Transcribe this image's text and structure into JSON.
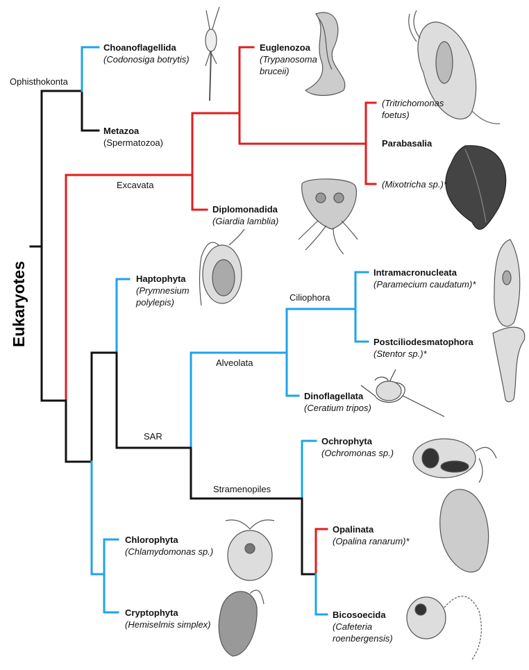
{
  "root_label": "Eukaryotes",
  "line_colors": {
    "default": "#111111",
    "blue": "#1ea3ea",
    "red": "#e31c1c"
  },
  "clades": {
    "ophisthokonta": "Ophisthokonta",
    "excavata": "Excavata",
    "sar": "SAR",
    "alveolata": "Alveolata",
    "ciliophora": "Ciliophora",
    "stramenopiles": "Stramenopiles"
  },
  "taxa": {
    "choanoflagellida": {
      "name": "Choanoflagellida",
      "example": "(Codonosiga botrytis)"
    },
    "metazoa": {
      "name": "Metazoa",
      "example": "(Spermatozoa)"
    },
    "euglenozoa": {
      "name": "Euglenozoa",
      "example_line1": "(Trypanosoma",
      "example_line2": "bruceii)"
    },
    "tritrichomonas": {
      "example_line1": "(Tritrichomonas",
      "example_line2": "foetus)"
    },
    "parabasalia": {
      "name": "Parabasalia"
    },
    "mixotricha": {
      "example": "(Mixotricha sp.)*"
    },
    "diplomonadida": {
      "name": "Diplomonadida",
      "example": "(Giardia lamblia)"
    },
    "haptophyta": {
      "name": "Haptophyta",
      "example_line1": "(Prymnesium",
      "example_line2": "polylepis)"
    },
    "intramacronucleata": {
      "name": "Intramacronucleata",
      "example": "(Paramecium caudatum)*"
    },
    "postciliodesmatophora": {
      "name": "Postciliodesmatophora",
      "example": "(Stentor sp.)*"
    },
    "dinoflagellata": {
      "name": "Dinoflagellata",
      "example": "(Ceratium tripos)"
    },
    "ochrophyta": {
      "name": "Ochrophyta",
      "example": "(Ochromonas sp.)"
    },
    "opalinata": {
      "name": "Opalinata",
      "example": "(Opalina ranarum)*"
    },
    "bicosoecida": {
      "name": "Bicosoecida",
      "example_line1": "(Cafeteria",
      "example_line2": "roenbergensis)"
    },
    "chlorophyta": {
      "name": "Chlorophyta",
      "example": "(Chlamydomonas sp.)"
    },
    "cryptophyta": {
      "name": "Cryptophyta",
      "example": "(Hemiselmis simplex)"
    }
  }
}
